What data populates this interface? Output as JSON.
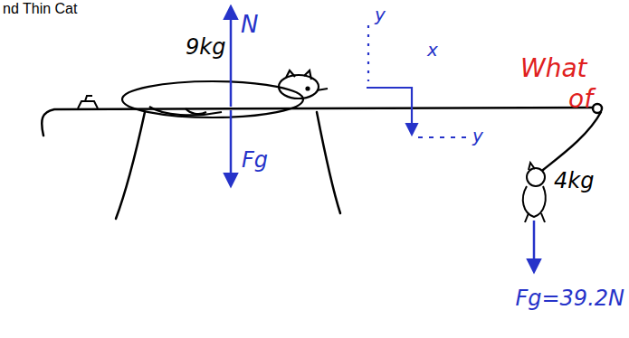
{
  "diagram": {
    "title": "nd Thin Cat",
    "labels": [
      "N",
      "9kg",
      "Fg",
      "y",
      "x",
      "y",
      "4kg",
      "Fg=39.2N",
      "What",
      "of"
    ]
  }
}
